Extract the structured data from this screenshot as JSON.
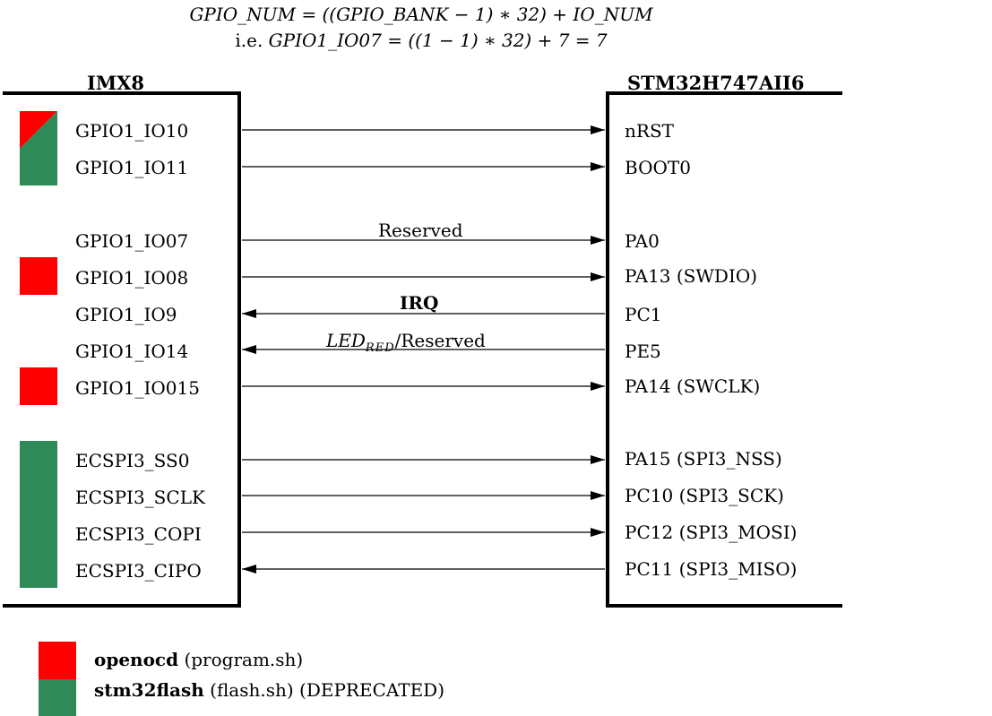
{
  "formula": {
    "line1": "GPIO_NUM = ((GPIO_BANK − 1) ∗ 32) + IO_NUM",
    "line2_prefix": "i.e.",
    "line2": "GPIO1_IO07 = ((1 − 1) ∗ 32) + 7 = 7"
  },
  "left_chip": {
    "title": "IMX8"
  },
  "right_chip": {
    "title": "STM32H747AII6"
  },
  "colors": {
    "openocd": "#ff0000",
    "stm32flash": "#2e8b57"
  },
  "left_pins": [
    "GPIO1_IO10",
    "GPIO1_IO11",
    "GPIO1_IO07",
    "GPIO1_IO08",
    "GPIO1_IO9",
    "GPIO1_IO14",
    "GPIO1_IO015",
    "ECSPI3_SS0",
    "ECSPI3_SCLK",
    "ECSPI3_COPI",
    "ECSPI3_CIPO"
  ],
  "right_pins": [
    "nRST",
    "BOOT0",
    "PA0",
    "PA13 (SWDIO)",
    "PC1",
    "PE5",
    "PA14 (SWCLK)",
    "PA15 (SPI3_NSS)",
    "PC10 (SPI3_SCK)",
    "PC12 (SPI3_MOSI)",
    "PC11 (SPI3_MISO)"
  ],
  "connections": [
    {
      "from": "GPIO1_IO10",
      "to": "nRST",
      "direction": "left-to-right",
      "label": ""
    },
    {
      "from": "GPIO1_IO11",
      "to": "BOOT0",
      "direction": "left-to-right",
      "label": ""
    },
    {
      "from": "GPIO1_IO07",
      "to": "PA0",
      "direction": "left-to-right",
      "label": "Reserved"
    },
    {
      "from": "GPIO1_IO08",
      "to": "PA13 (SWDIO)",
      "direction": "left-to-right",
      "label": ""
    },
    {
      "from": "PC1",
      "to": "GPIO1_IO9",
      "direction": "right-to-left",
      "label": "IRQ"
    },
    {
      "from": "PE5",
      "to": "GPIO1_IO14",
      "direction": "right-to-left",
      "label": "LED_RED/Reserved"
    },
    {
      "from": "GPIO1_IO015",
      "to": "PA14 (SWCLK)",
      "direction": "left-to-right",
      "label": ""
    },
    {
      "from": "ECSPI3_SS0",
      "to": "PA15 (SPI3_NSS)",
      "direction": "left-to-right",
      "label": ""
    },
    {
      "from": "ECSPI3_SCLK",
      "to": "PC10 (SPI3_SCK)",
      "direction": "left-to-right",
      "label": ""
    },
    {
      "from": "ECSPI3_COPI",
      "to": "PC12 (SPI3_MOSI)",
      "direction": "left-to-right",
      "label": ""
    },
    {
      "from": "PC11 (SPI3_MISO)",
      "to": "ECSPI3_CIPO",
      "direction": "right-to-left",
      "label": ""
    }
  ],
  "labels": {
    "reserved": "Reserved",
    "irq": "IRQ",
    "led_main": "LED",
    "led_sub": "RED",
    "led_suffix": "/Reserved"
  },
  "legend": {
    "openocd_bold": "openocd",
    "openocd_rest": "(program.sh)",
    "stm32flash_bold": "stm32flash",
    "stm32flash_rest": "(flash.sh) (DEPRECATED)"
  }
}
